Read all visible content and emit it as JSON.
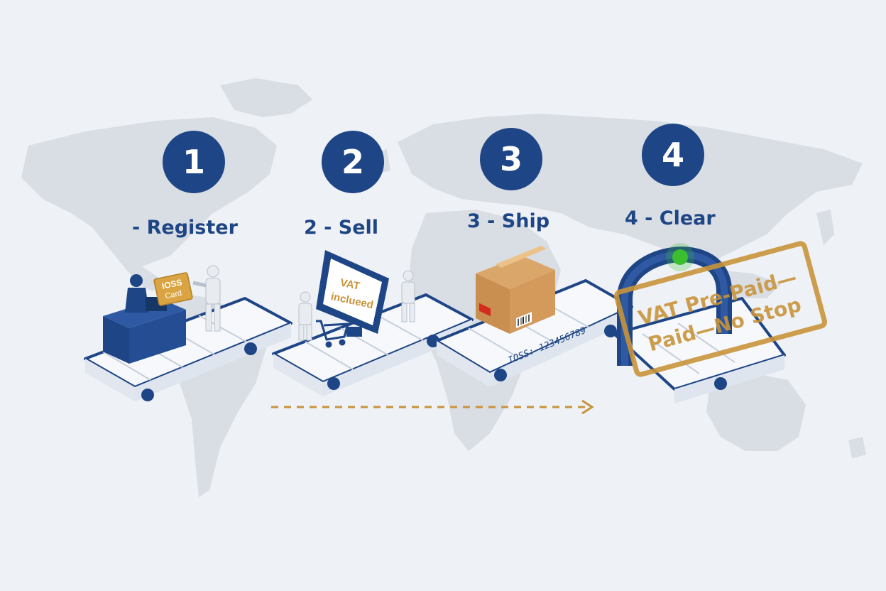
{
  "steps": [
    {
      "number": "1",
      "label": "- Register"
    },
    {
      "number": "2",
      "label": "2 - Sell"
    },
    {
      "number": "3",
      "label": "3 - Ship"
    },
    {
      "number": "4",
      "label": "4 - Clear"
    }
  ],
  "register": {
    "card_line1": "IOSS",
    "card_line2": "Card"
  },
  "sell": {
    "screen_line1": "VAT",
    "screen_line2": "inclueed"
  },
  "ship": {
    "belt_text": "IOSS: 123456789"
  },
  "clear": {
    "stamp_line1": "VAT Pre-Paid—",
    "stamp_line2": "Paid—No Stop"
  },
  "colors": {
    "primary": "#1e4585",
    "accent": "#c8943a",
    "map": "#d9dde4",
    "background": "#eef1f6",
    "signal": "#3bbf2f"
  },
  "icons": [
    "world-map",
    "conveyor-belt",
    "customs-desk",
    "person",
    "shopping-cart",
    "monitor",
    "parcel-box",
    "china-flag",
    "barcode",
    "customs-gate",
    "green-light",
    "stamp",
    "arrow-right"
  ]
}
